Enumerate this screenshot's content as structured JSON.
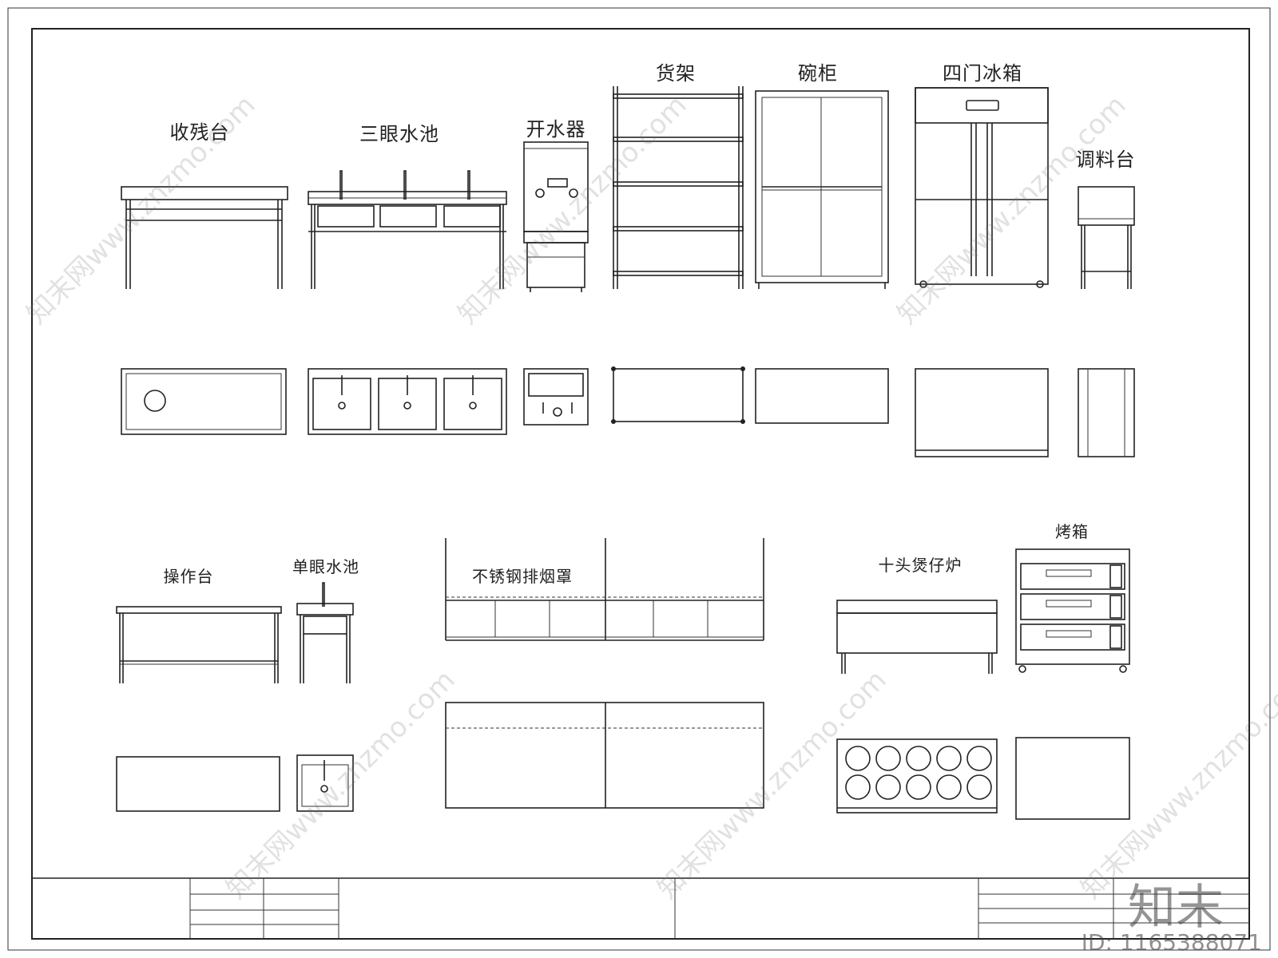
{
  "labels": {
    "shoucantai": "收残台",
    "sanyanshuichi": "三眼水池",
    "kaishuiqi": "开水器",
    "huojia": "货架",
    "wangui": "碗柜",
    "simenbingxiang": "四门冰箱",
    "tiaoliaotai": "调料台",
    "caozuotai": "操作台",
    "danyanshuichi": "单眼水池",
    "paiyanzhao": "不锈钢排烟罩",
    "shitoubaozailu": "十头煲仔炉",
    "kaoxiang": "烤箱"
  },
  "watermark": {
    "text": "知末网www.znzmo.com",
    "logo": "知末",
    "id": "ID: 1165388071"
  }
}
